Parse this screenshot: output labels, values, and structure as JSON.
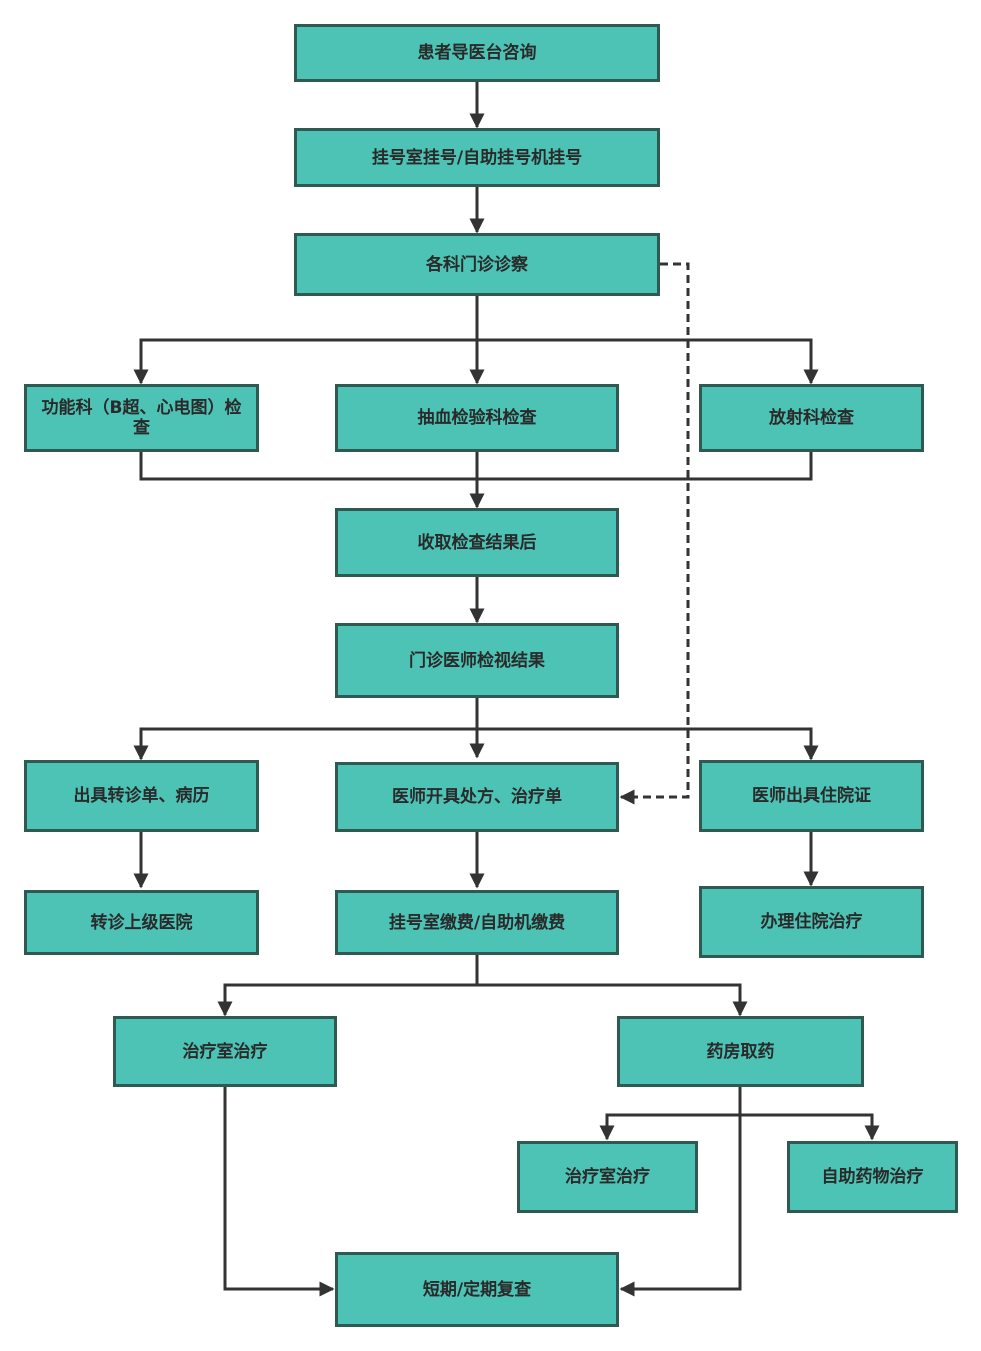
{
  "colors": {
    "box_fill": "#4dc3b5",
    "box_border": "#2f5a52",
    "connector": "#333333",
    "text": "#2a2a2a"
  },
  "nodes": {
    "consult": "患者导医台咨询",
    "register": "挂号室挂号/自助挂号机挂号",
    "outpatient": "各科门诊诊察",
    "functional_exam": "功能科（B超、心电图）检查",
    "blood_test": "抽血检验科检查",
    "radiology": "放射科检查",
    "collect_results": "收取检查结果后",
    "doctor_review": "门诊医师检视结果",
    "referral_docs": "出具转诊单、病历",
    "prescription": "医师开具处方、治疗单",
    "admission_cert": "医师出具住院证",
    "transfer": "转诊上级医院",
    "payment": "挂号室缴费/自助机缴费",
    "inpatient": "办理住院治疗",
    "treatment_room": "治疗室治疗",
    "pharmacy": "药房取药",
    "treatment_room_2": "治疗室治疗",
    "self_medication": "自助药物治疗",
    "follow_up": "短期/定期复查"
  }
}
